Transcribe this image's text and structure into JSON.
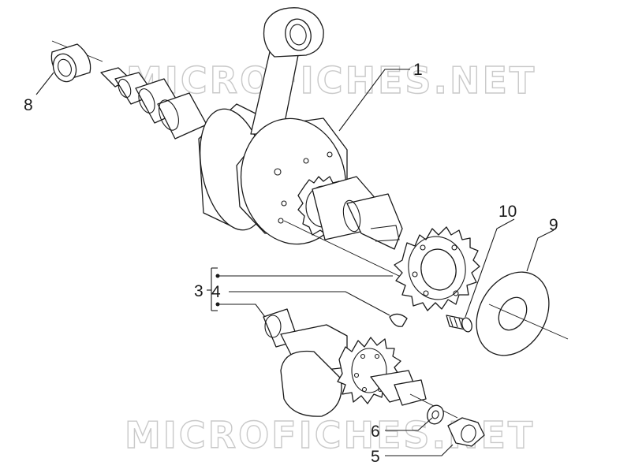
{
  "watermark": {
    "text": "MICROFICHES.NET"
  },
  "callouts": [
    {
      "id": "1",
      "label": "1"
    },
    {
      "id": "3",
      "label": "3"
    },
    {
      "id": "4",
      "label": "4"
    },
    {
      "id": "5",
      "label": "5"
    },
    {
      "id": "6",
      "label": "6"
    },
    {
      "id": "8",
      "label": "8"
    },
    {
      "id": "9",
      "label": "9"
    },
    {
      "id": "10",
      "label": "10"
    }
  ],
  "colors": {
    "line": "#1a1a1a",
    "watermark": "#c9c9c9",
    "background": "#ffffff"
  }
}
